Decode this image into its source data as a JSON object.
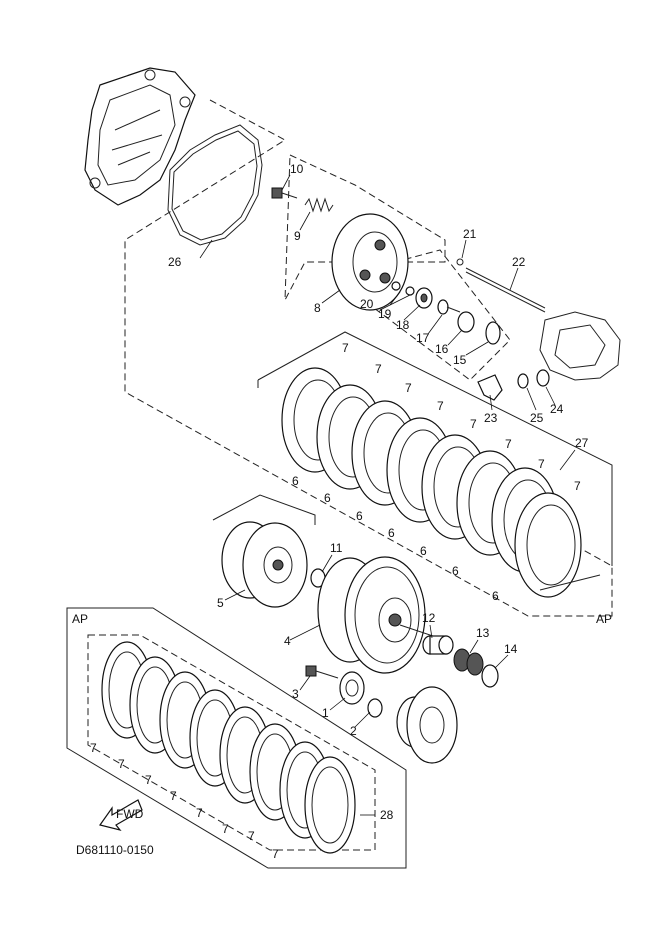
{
  "diagram": {
    "code": "D681110-0150",
    "fwd_label": "FWD",
    "group_labels": {
      "ap_top": "AP",
      "ap_right": "AP"
    },
    "callouts": {
      "c1": "1",
      "c2": "2",
      "c3": "3",
      "c4": "4",
      "c5": "5",
      "c6": "6",
      "c7": "7",
      "c8": "8",
      "c9": "9",
      "c10": "10",
      "c11": "11",
      "c12": "12",
      "c13": "13",
      "c14": "14",
      "c15": "15",
      "c16": "16",
      "c17": "17",
      "c18": "18",
      "c19": "19",
      "c20": "20",
      "c21": "21",
      "c22": "22",
      "c23": "23",
      "c24": "24",
      "c25": "25",
      "c26": "26",
      "c27": "27",
      "c28": "28"
    }
  }
}
